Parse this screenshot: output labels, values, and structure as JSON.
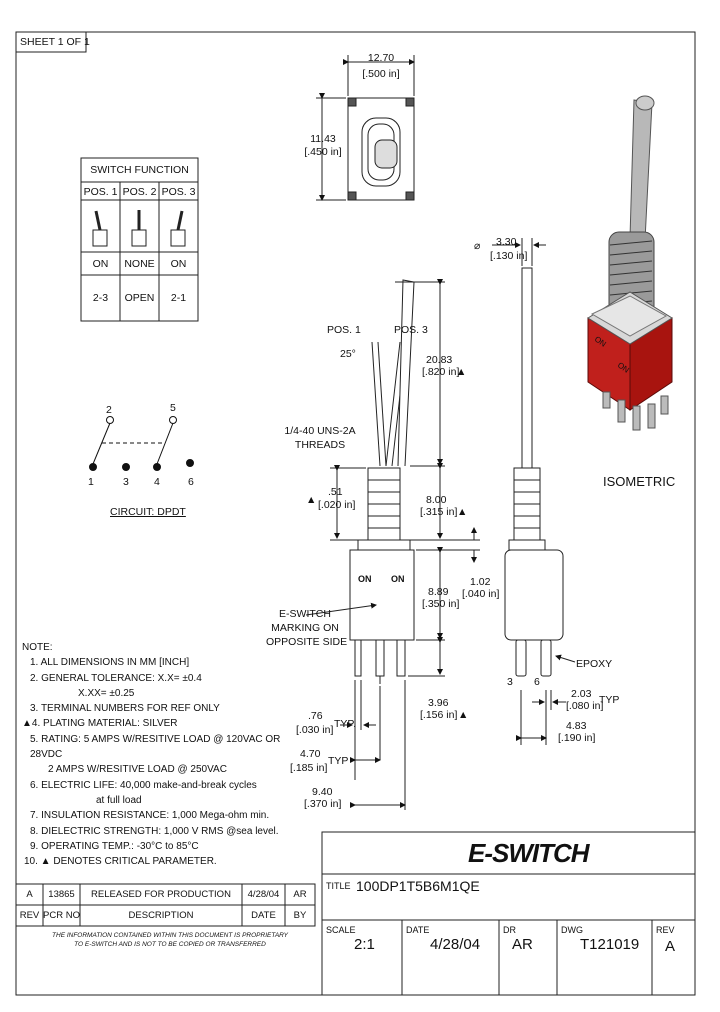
{
  "sheet": "SHEET 1 OF 1",
  "switch_function": {
    "title": "SWITCH FUNCTION",
    "positions": [
      "POS. 1",
      "POS. 2",
      "POS. 3"
    ],
    "states": [
      "ON",
      "NONE",
      "ON"
    ],
    "connections": [
      "2-3",
      "OPEN",
      "2-1"
    ]
  },
  "circuit": {
    "top_terminals": [
      "2",
      "5"
    ],
    "bottom_terminals": [
      "1",
      "3",
      "4",
      "6"
    ],
    "label": "CIRCUIT: DPDT"
  },
  "top_view": {
    "width_mm": "12.70",
    "width_in": "[.500 in]",
    "height_mm": "11.43",
    "height_in": "[.450 in]"
  },
  "side_view": {
    "pos1": "POS. 1",
    "pos3": "POS. 3",
    "angle": "25°",
    "thread_spec": "1/4-40 UNS-2A",
    "thread_label": "THREADS",
    "lever_mm": "20.83",
    "lever_in": "[.820 in]",
    "shoulder_mm": ".51",
    "shoulder_in": "[.020 in]",
    "bushing_mm": "8.00",
    "bushing_in": "[.315 in]",
    "body_mm": "8.89",
    "body_in": "[.350 in]",
    "overall_mm": "1.02",
    "overall_in": "[.040 in]",
    "term_mm": "3.96",
    "term_in": "[.156 in]",
    "marking1": "E-SWITCH",
    "marking2": "MARKING ON",
    "marking3": "OPPOSITE SIDE",
    "on_left": "ON",
    "on_right": "ON",
    "t1_mm": ".76",
    "t1_in": "[.030 in]",
    "typ": "TYP.",
    "t2_mm": "4.70",
    "t2_in": "[.185 in]",
    "typ2": "TYP",
    "t3_mm": "9.40",
    "t3_in": "[.370 in]"
  },
  "front_view": {
    "dia_mm": "3.30",
    "dia_in": "[.130 in]",
    "epoxy": "EPOXY",
    "term_left": "3",
    "term_right": "6",
    "w1_mm": "2.03",
    "w1_in": "[.080 in]",
    "typ": "TYP",
    "w2_mm": "4.83",
    "w2_in": "[.190 in]"
  },
  "isometric": {
    "label": "ISOMETRIC",
    "on_text": "ON",
    "body_color": "#c0201c",
    "metal_color": "#a8a8a8"
  },
  "notes": {
    "heading": "NOTE:",
    "lines": [
      "1. ALL DIMENSIONS IN MM [INCH]",
      "2. GENERAL TOLERANCE: X.X= ±0.4",
      "X.XX= ±0.25",
      "3. TERMINAL NUMBERS FOR REF ONLY",
      "4. PLATING MATERIAL: SILVER",
      "5. RATING: 5 AMPS W/RESITIVE LOAD @ 120VAC OR 28VDC",
      "2 AMPS W/RESITIVE LOAD @ 250VAC",
      "6. ELECTRIC LIFE: 40,000 make-and-break cycles",
      "at full load",
      "7. INSULATION RESISTANCE: 1,000 Mega-ohm min.",
      "8. DIELECTRIC STRENGTH: 1,000 V RMS @sea level.",
      "9. OPERATING TEMP.: -30°C to 85°C",
      "10. ▲ DENOTES CRITICAL PARAMETER."
    ]
  },
  "revision": {
    "row": [
      "A",
      "13865",
      "RELEASED FOR PRODUCTION",
      "4/28/04",
      "AR"
    ],
    "headers": [
      "REV",
      "PCR NO",
      "DESCRIPTION",
      "DATE",
      "BY"
    ],
    "proprietary1": "THE INFORMATION CONTAINED WITHIN THIS DOCUMENT IS PROPRIETARY",
    "proprietary2": "TO E-SWITCH AND IS NOT TO BE COPIED OR TRANSFERRED"
  },
  "title_block": {
    "logo": "E-SWITCH",
    "title_label": "TITLE",
    "title": "100DP1T5B6M1QE",
    "scale_label": "SCALE",
    "scale": "2:1",
    "date_label": "DATE",
    "date": "4/28/04",
    "dr_label": "DR",
    "dr": "AR",
    "dwg_label": "DWG",
    "dwg": "T121019",
    "rev_label": "REV",
    "rev": "A"
  }
}
